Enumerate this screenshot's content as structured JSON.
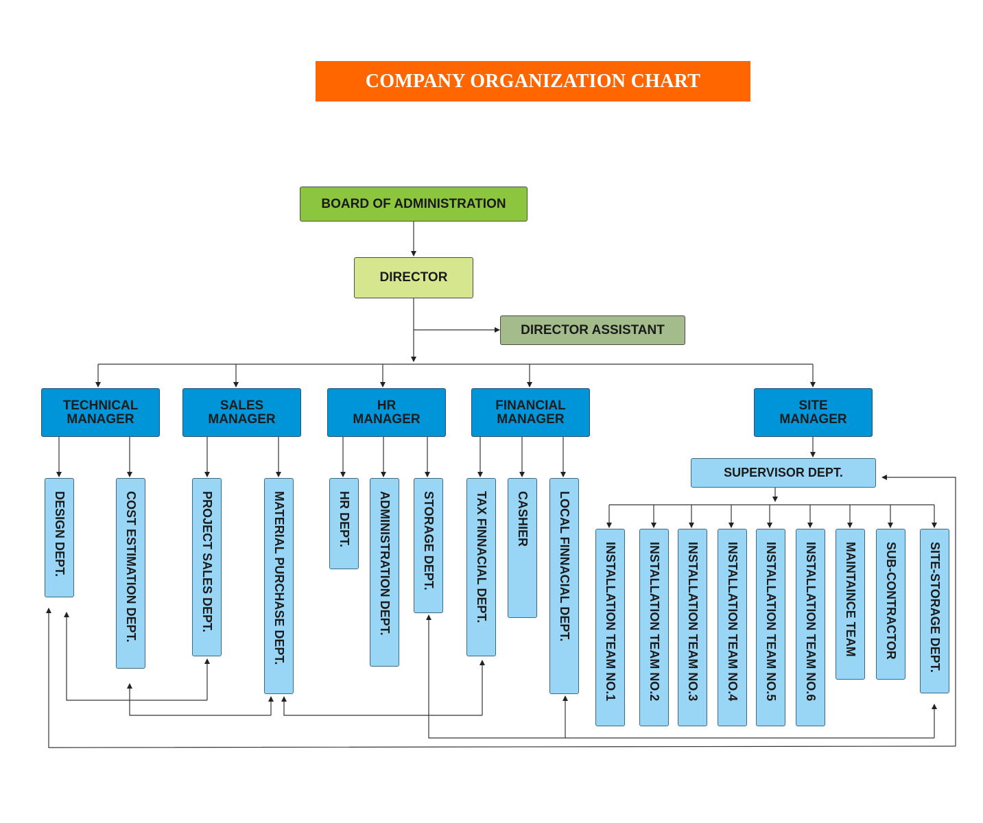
{
  "title": "COMPANY ORGANIZATION CHART",
  "colors": {
    "title_bg": "#ff6600",
    "board": "#8cc63f",
    "director": "#d5e68e",
    "assistant": "#a4bc8c",
    "manager": "#0094d9",
    "department": "#99d6f5"
  },
  "nodes": {
    "board": "BOARD OF ADMINISTRATION",
    "director": "DIRECTOR",
    "assistant": "DIRECTOR ASSISTANT",
    "technical_manager": "TECHNICAL MANAGER",
    "sales_manager": "SALES MANAGER",
    "hr_manager": "HR MANAGER",
    "financial_manager": "FINANCIAL MANAGER",
    "site_manager": "SITE MANAGER",
    "supervisor": "SUPERVISOR DEPT.",
    "design": "DESIGN DEPT.",
    "cost_estimation": "COST ESTIMATION DEPT.",
    "project_sales": "PROJECT SALES DEPT.",
    "material_purchase": "MATERIAL PURCHASE DEPT.",
    "hr_dept": "HR DEPT.",
    "administration": "ADMINISTRATION  DEPT.",
    "storage": "STORAGE DEPT.",
    "tax_financial": "TAX FINNACIAL DEPT.",
    "cashier": "CASHIER",
    "local_financial": "LOCAL FINNACIAL DEPT.",
    "team1": "INSTALLATION TEAM NO.1",
    "team2": "INSTALLATION TEAM NO.2",
    "team3": "INSTALLATION TEAM NO.3",
    "team4": "INSTALLATION TEAM NO.4",
    "team5": "INSTALLATION TEAM NO.5",
    "team6": "INSTALLATION TEAM NO.6",
    "maintenance": "MAINTAINCE  TEAM",
    "subcontractor": "SUB-CONTRACTOR",
    "site_storage": "SITE-STORAGE DEPT."
  }
}
